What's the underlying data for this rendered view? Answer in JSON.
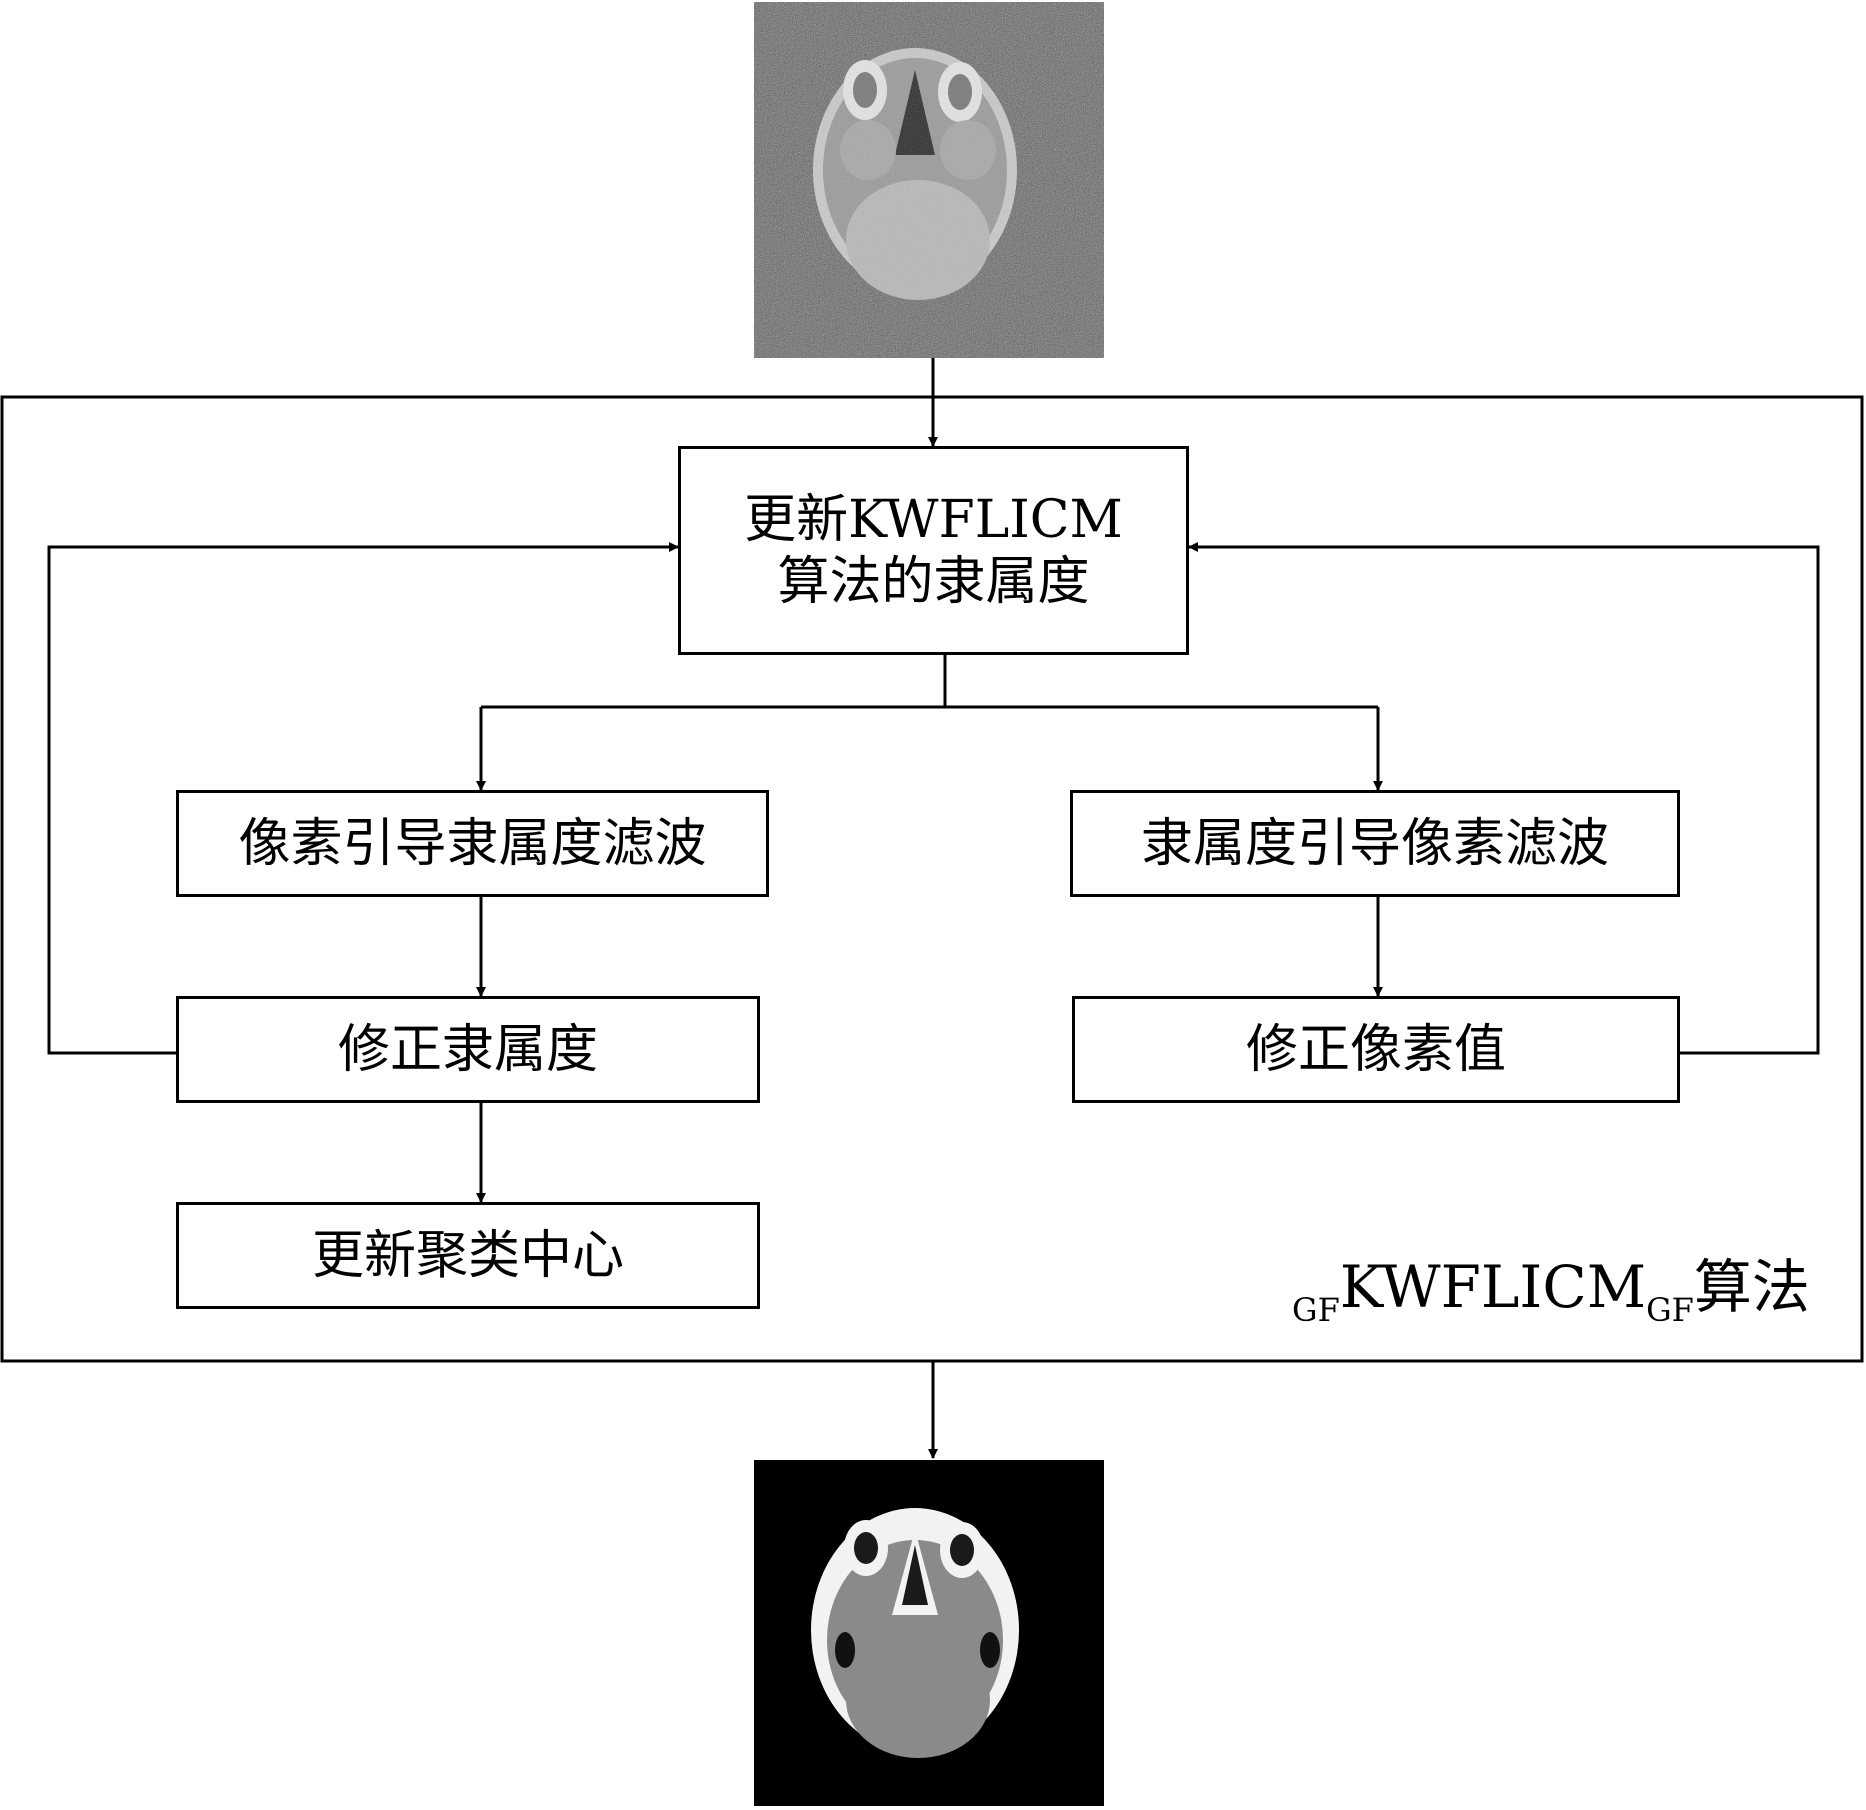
{
  "diagram": {
    "input_image": "noisy brain MR slice",
    "output_image": "segmented brain MR slice",
    "container_label": {
      "pre_sub": "GF",
      "main": "KWFLICM",
      "post_sub": "GF",
      "suffix": "算法"
    },
    "nodes": {
      "update_membership": {
        "line1": "更新KWFLICM",
        "line2": "算法的隶属度"
      },
      "pixel_guided_filter": "像素引导隶属度滤波",
      "membership_guided_filter": "隶属度引导像素滤波",
      "correct_membership": "修正隶属度",
      "correct_pixel": "修正像素值",
      "update_centers": "更新聚类中心"
    },
    "colors": {
      "line": "#000000",
      "noisy_bg": "#595959",
      "output_bg": "#000000",
      "tissue_gray": "#8a8a8a"
    }
  }
}
